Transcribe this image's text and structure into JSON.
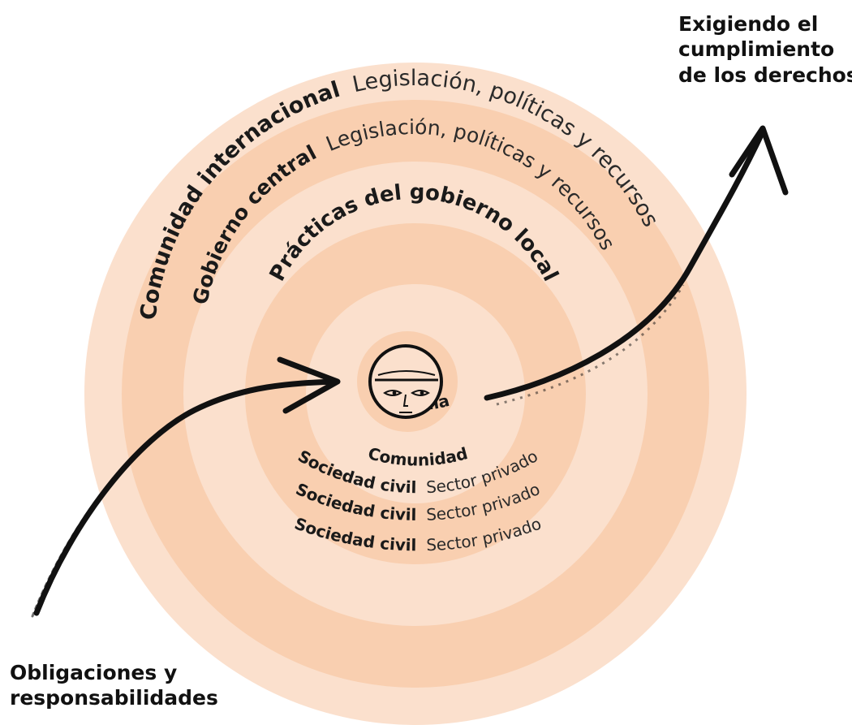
{
  "colors": {
    "ring_1": "#fbe0cd",
    "ring_2": "#f9cfb0",
    "ring_3": "#fbe0cd",
    "ring_4": "#f9cfb0",
    "ring_5": "#fbe0cd",
    "ring_6": "#f9cfb0",
    "arrow": "#111111",
    "text": "#111111"
  },
  "arrows": {
    "right_label": [
      "Exigiendo el",
      "cumplimiento",
      "de los derechos"
    ],
    "left_label": [
      "Obligaciones y",
      "responsabilidades"
    ]
  },
  "rings": {
    "top_outer": {
      "bold": "Comunidad internacional",
      "light": "Legislación, políticas y recursos"
    },
    "top_middle": {
      "bold": "Gobierno central",
      "light": "Legislación, políticas y recursos"
    },
    "top_inner": {
      "bold": "Prácticas del gobierno local"
    },
    "bottom_1": {
      "bold": "Familia"
    },
    "bottom_2": {
      "bold": "Comunidad"
    },
    "bottom_3": {
      "bold": "Sociedad civil",
      "light": "Sector privado"
    },
    "bottom_4": {
      "bold": "Sociedad civil",
      "light": "Sector privado"
    },
    "bottom_5": {
      "bold": "Sociedad civil",
      "light": "Sector privado"
    }
  },
  "center": {
    "icon": "child-face-icon"
  }
}
